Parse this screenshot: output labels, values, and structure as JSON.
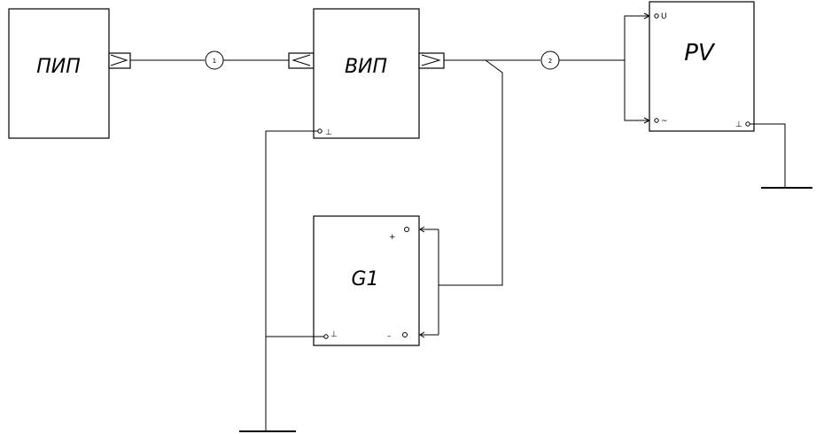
{
  "blocks": {
    "pip": "ПИП",
    "vip": "ВИП",
    "g1": "G1",
    "pv": "PV"
  },
  "cables": {
    "cable_1": "1",
    "cable_2": "2"
  },
  "terminals": {
    "vip_ground": "⊥",
    "g1_plus": "+",
    "g1_minus": "–",
    "g1_ground": "⊥",
    "pv_u": "U",
    "pv_ac": "~",
    "pv_ground": "⊥"
  }
}
